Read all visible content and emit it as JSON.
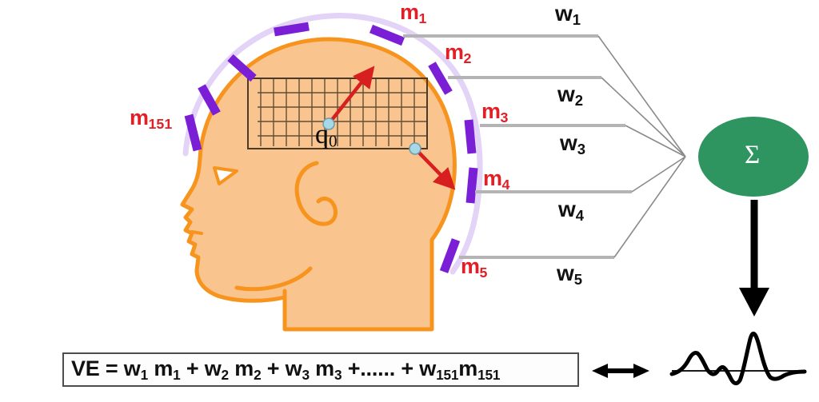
{
  "figure": {
    "title": "MEG beamformer virtual electrode weighting diagram",
    "background_color": "#ffffff"
  },
  "head": {
    "name": "head-profile",
    "fill_color": "#F9C48E",
    "outline_color": "#F7941E",
    "source_dipole_label": "q",
    "source_dipole_subscript": "0",
    "dipole_color": "#D81F1F",
    "dipole_marker_color": "#A7D8E8"
  },
  "grid": {
    "name": "source-grid",
    "columns": 14,
    "rows": 5,
    "line_color": "#5a4632"
  },
  "sensors": {
    "array_color": "#7A1FD6",
    "arc_color": "#E3D3F7",
    "labels": [
      {
        "base": "m",
        "sub": "1"
      },
      {
        "base": "m",
        "sub": "2"
      },
      {
        "base": "m",
        "sub": "3"
      },
      {
        "base": "m",
        "sub": "4"
      },
      {
        "base": "m",
        "sub": "5"
      },
      {
        "base": "m",
        "sub": "151"
      }
    ]
  },
  "weights": {
    "line_color": "#b4b4b4",
    "labels": [
      {
        "base": "w",
        "sub": "1"
      },
      {
        "base": "w",
        "sub": "2"
      },
      {
        "base": "w",
        "sub": "3"
      },
      {
        "base": "w",
        "sub": "4"
      },
      {
        "base": "w",
        "sub": "5"
      }
    ]
  },
  "summation_node": {
    "name": "summation-node",
    "symbol": "Σ",
    "fill_color": "#2E9460",
    "text_color": "#ffffff"
  },
  "output": {
    "arrow_color": "#000000",
    "waveform_color": "#000000",
    "equivalence_arrow": "↔"
  },
  "equation": {
    "name": "virtual-electrode-equation",
    "lhs": "VE",
    "equals": "=",
    "terms": [
      {
        "weight": "w",
        "weight_sub": "1",
        "measure": "m",
        "measure_sub": "1"
      },
      {
        "weight": "w",
        "weight_sub": "2",
        "measure": "m",
        "measure_sub": "2"
      },
      {
        "weight": "w",
        "weight_sub": "3",
        "measure": "m",
        "measure_sub": "3"
      },
      {
        "weight": "w",
        "weight_sub": "151",
        "measure": "m",
        "measure_sub": "151"
      }
    ],
    "ellipsis": "......",
    "plus": "+",
    "plain_text": "VE = w1 m1 + w2 m2 + w3 m3 +...... + w151m151"
  },
  "chart_data": {
    "type": "line",
    "title": "virtual electrode output waveform",
    "xlabel": "",
    "ylabel": "",
    "x": [
      0,
      4,
      9,
      14,
      19,
      24,
      29,
      34,
      39,
      44,
      49,
      54,
      59,
      64,
      69,
      74,
      79,
      84,
      89,
      94,
      100
    ],
    "values": [
      0,
      1,
      4,
      10,
      13,
      8,
      2,
      0,
      3,
      6,
      3,
      -2,
      -7,
      -9,
      -2,
      14,
      31,
      36,
      26,
      8,
      -2
    ],
    "baseline": 0,
    "grid": false,
    "legend": false
  }
}
